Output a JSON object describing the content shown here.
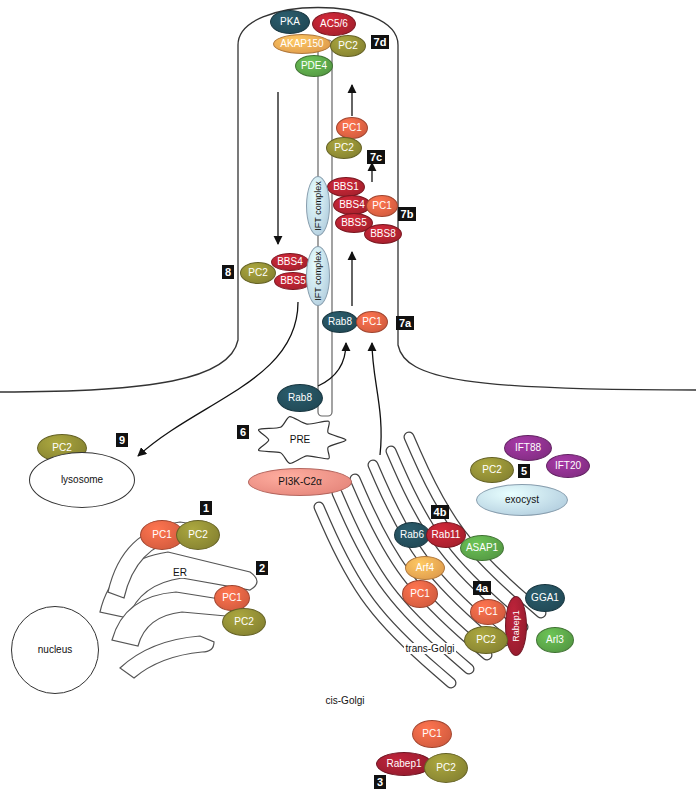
{
  "diagram": {
    "nodes": [
      {
        "text": [
          "PKA"
        ]
      },
      {
        "text": [
          "AC5/6"
        ]
      },
      {
        "text": [
          "AKAP150"
        ]
      },
      {
        "text": [
          "PC2"
        ]
      },
      {
        "text": [
          "PDE4"
        ]
      },
      {
        "text": [
          "PC1"
        ]
      },
      {
        "text": [
          "PC2"
        ]
      },
      {
        "text": [
          "BBS1"
        ]
      },
      {
        "text": [
          "BBS4"
        ]
      },
      {
        "text": [
          "PC1"
        ]
      },
      {
        "text": [
          "IFT complex"
        ]
      },
      {
        "text": [
          "BBS5"
        ]
      },
      {
        "text": [
          "BBS8"
        ]
      },
      {
        "text": [
          "PC2"
        ]
      },
      {
        "text": [
          "BBS4"
        ]
      },
      {
        "text": [
          "BBS5"
        ]
      },
      {
        "text": [
          "IFT complex"
        ]
      },
      {
        "text": [
          "Rab8"
        ]
      },
      {
        "text": [
          "PC1"
        ]
      },
      {
        "text": [
          "Rab8"
        ]
      },
      {
        "text": [
          "PRE"
        ]
      },
      {
        "text": [
          "PI3K-C2α"
        ]
      },
      {
        "text": [
          "PC2"
        ]
      },
      {
        "text": [
          "lysosome"
        ]
      },
      {
        "text": [
          "IFT88"
        ]
      },
      {
        "text": [
          "IFT20"
        ]
      },
      {
        "text": [
          "PC2"
        ]
      },
      {
        "text": [
          "exocyst"
        ]
      },
      {
        "text": [
          "PC1"
        ]
      },
      {
        "text": [
          "PC2"
        ]
      },
      {
        "text": [
          "nucleus"
        ]
      },
      {
        "text": [
          "PC1"
        ]
      },
      {
        "text": [
          "PC2"
        ]
      },
      {
        "text": [
          "Rab6"
        ]
      },
      {
        "text": [
          "Rab11"
        ]
      },
      {
        "text": [
          "ASAP1"
        ]
      },
      {
        "text": [
          "Arf4"
        ]
      },
      {
        "text": [
          "PC1"
        ]
      },
      {
        "text": [
          "GGA1"
        ]
      },
      {
        "text": [
          "Rabep1"
        ]
      },
      {
        "text": [
          "PC1"
        ]
      },
      {
        "text": [
          "PC2"
        ]
      },
      {
        "text": [
          "Arl3"
        ]
      },
      {
        "text": [
          "PC1"
        ]
      },
      {
        "text": [
          "Rabep1"
        ]
      },
      {
        "text": [
          "PC2"
        ]
      }
    ],
    "labels": [
      "7d",
      "7c",
      "7b",
      "8",
      "7a",
      "6",
      "9",
      "5",
      "1",
      "ER",
      "2",
      "4b",
      "4a",
      "trans-Golgi",
      "cis-Golgi",
      "3"
    ]
  }
}
